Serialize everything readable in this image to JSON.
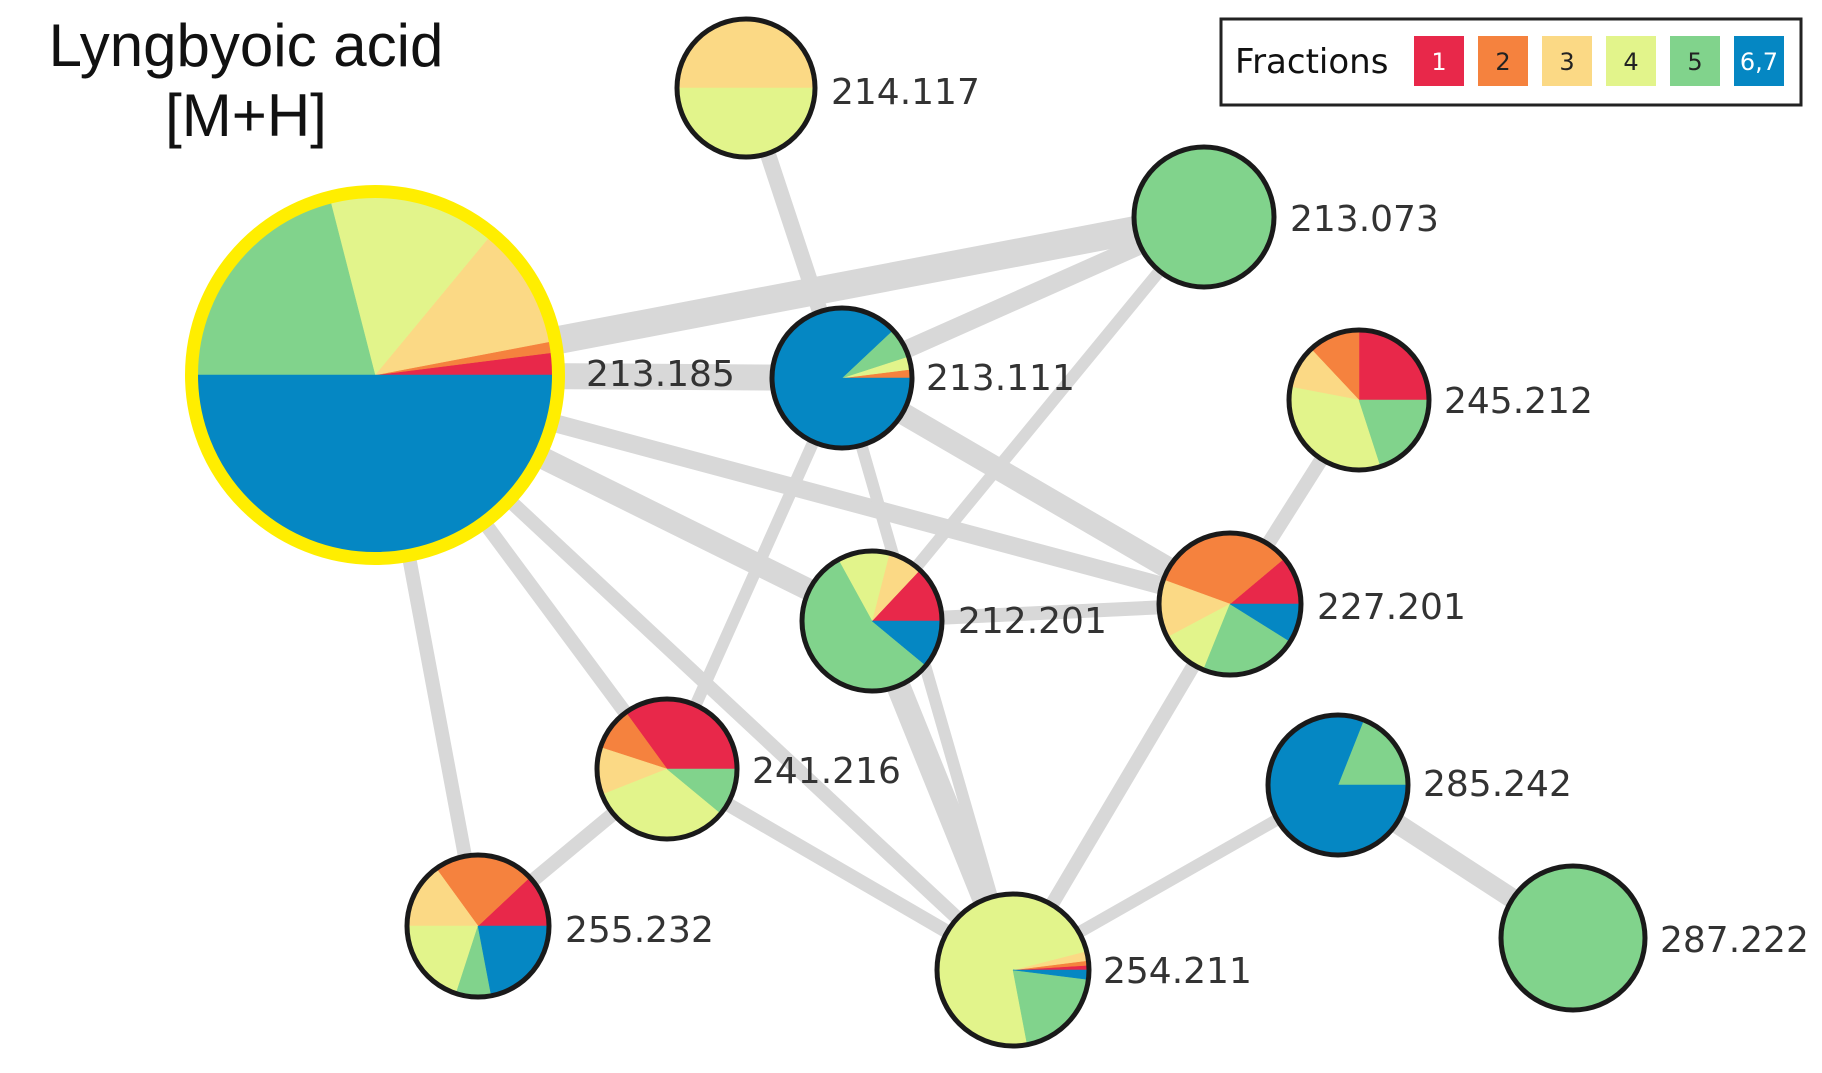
{
  "title": {
    "line1": "Lyngbyoic acid",
    "line2": "[M+H]"
  },
  "legend": {
    "title": "Fractions",
    "items": [
      {
        "label": "1",
        "color": "#e8284a"
      },
      {
        "label": "2",
        "color": "#f5823e"
      },
      {
        "label": "3",
        "color": "#fbd985"
      },
      {
        "label": "4",
        "color": "#e2f48b"
      },
      {
        "label": "5",
        "color": "#81d38c"
      },
      {
        "label": "6,7",
        "color": "#0587c3"
      }
    ]
  },
  "edge_color": "#d8d8d8",
  "highlight_color": "#ffee00",
  "nodes": [
    {
      "id": "lyngbyoic",
      "label": "213.185",
      "highlight": true,
      "fractions": {
        "1": 0.02,
        "2": 0.01,
        "3": 0.11,
        "4": 0.15,
        "5": 0.21,
        "6,7": 0.5
      }
    },
    {
      "id": "n214117",
      "label": "214.117",
      "fractions": {
        "3": 0.5,
        "4": 0.5
      }
    },
    {
      "id": "n213073",
      "label": "213.073",
      "fractions": {
        "5": 1
      }
    },
    {
      "id": "n213111",
      "label": "213.111",
      "fractions": {
        "2": 0.02,
        "4": 0.03,
        "5": 0.07,
        "6,7": 0.88
      }
    },
    {
      "id": "n245212",
      "label": "245.212",
      "fractions": {
        "1": 0.25,
        "2": 0.12,
        "3": 0.1,
        "4": 0.33,
        "5": 0.2
      }
    },
    {
      "id": "n212201",
      "label": "212.201",
      "fractions": {
        "1": 0.13,
        "3": 0.08,
        "4": 0.12,
        "5": 0.56,
        "6,7": 0.11
      }
    },
    {
      "id": "n227201",
      "label": "227.201",
      "fractions": {
        "1": 0.1,
        "2": 0.3,
        "3": 0.12,
        "4": 0.1,
        "5": 0.2,
        "6,7": 0.08
      }
    },
    {
      "id": "n241216",
      "label": "241.216",
      "fractions": {
        "1": 0.35,
        "2": 0.1,
        "3": 0.11,
        "4": 0.33,
        "5": 0.11
      }
    },
    {
      "id": "n285242",
      "label": "285.242",
      "fractions": {
        "5": 0.19,
        "6,7": 0.81
      }
    },
    {
      "id": "n255232",
      "label": "255.232",
      "fractions": {
        "1": 0.12,
        "2": 0.23,
        "3": 0.15,
        "4": 0.2,
        "5": 0.08,
        "6,7": 0.22
      }
    },
    {
      "id": "n254211",
      "label": "254.211",
      "fractions": {
        "1": 0.01,
        "2": 0.01,
        "3": 0.02,
        "4": 0.74,
        "5": 0.2,
        "6,7": 0.02
      }
    },
    {
      "id": "n287222",
      "label": "287.222",
      "fractions": {
        "5": 1
      }
    }
  ],
  "edges": [
    [
      "lyngbyoic",
      "n213111"
    ],
    [
      "lyngbyoic",
      "n213073"
    ],
    [
      "lyngbyoic",
      "n212201"
    ],
    [
      "lyngbyoic",
      "n227201"
    ],
    [
      "lyngbyoic",
      "n241216"
    ],
    [
      "lyngbyoic",
      "n255232"
    ],
    [
      "lyngbyoic",
      "n254211"
    ],
    [
      "n214117",
      "n213111"
    ],
    [
      "n213111",
      "n213073"
    ],
    [
      "n213111",
      "n227201"
    ],
    [
      "n213111",
      "n254211"
    ],
    [
      "n213111",
      "n241216"
    ],
    [
      "n213073",
      "n212201"
    ],
    [
      "n212201",
      "n227201"
    ],
    [
      "n212201",
      "n254211"
    ],
    [
      "n245212",
      "n227201"
    ],
    [
      "n227201",
      "n254211"
    ],
    [
      "n241216",
      "n255232"
    ],
    [
      "n241216",
      "n254211"
    ],
    [
      "n285242",
      "n254211"
    ],
    [
      "n285242",
      "n287222"
    ]
  ]
}
